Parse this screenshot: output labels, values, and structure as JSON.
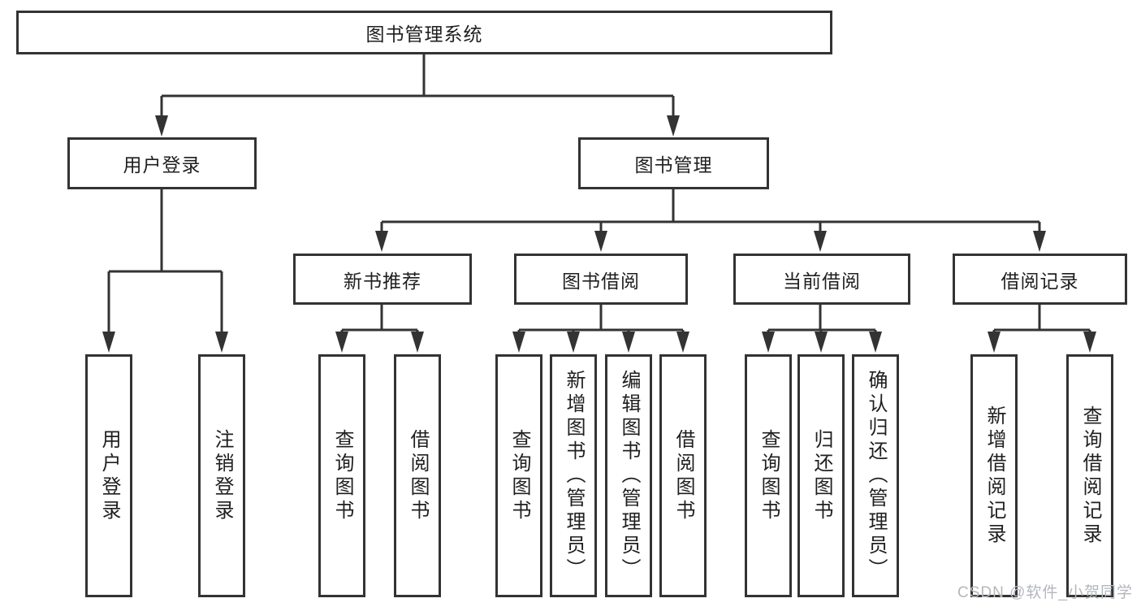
{
  "colors": {
    "line": "#333333",
    "text": "#1f1f1f",
    "box_background": "#ffffff",
    "watermark": "#b3b7bc"
  },
  "watermark": {
    "text": "CSDN @软件_小贺同学"
  },
  "tree": {
    "root": {
      "label": "图书管理系统"
    },
    "branches": [
      {
        "label": "用户登录",
        "children": [
          {
            "label": "用户登录"
          },
          {
            "label": "注销登录"
          }
        ]
      },
      {
        "label": "图书管理",
        "children": [
          {
            "label": "新书推荐",
            "children": [
              {
                "label": "查询图书"
              },
              {
                "label": "借阅图书"
              }
            ]
          },
          {
            "label": "图书借阅",
            "children": [
              {
                "label": "查询图书"
              },
              {
                "label": "新增图书（管理员）"
              },
              {
                "label": "编辑图书（管理员）"
              },
              {
                "label": "借阅图书"
              }
            ]
          },
          {
            "label": "当前借阅",
            "children": [
              {
                "label": "查询图书"
              },
              {
                "label": "归还图书"
              },
              {
                "label": "确认归还（管理员）"
              }
            ]
          },
          {
            "label": "借阅记录",
            "children": [
              {
                "label": "新增借阅记录"
              },
              {
                "label": "查询借阅记录"
              }
            ]
          }
        ]
      }
    ]
  }
}
